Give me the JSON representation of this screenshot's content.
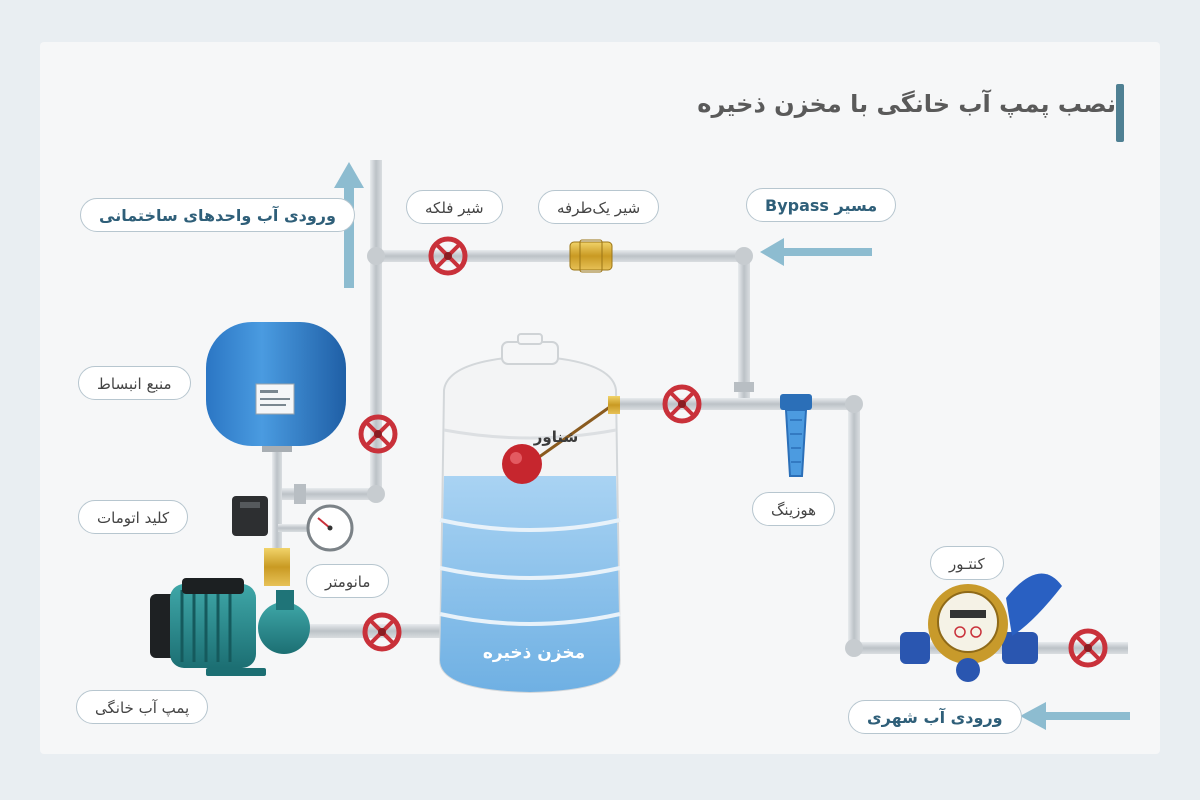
{
  "title": "نصب پمپ آب خانگی با مخزن ذخیره",
  "labels": {
    "building_inlet": "ورودی آب واحدهای ساختمانی",
    "globe_valve": "شیر فلکه",
    "check_valve": "شیر یک‌طرفه",
    "bypass": "مسیر Bypass",
    "expansion_tank": "منبع انبساط",
    "pressure_switch": "کلید اتومات",
    "manometer": "مانومتر",
    "home_pump": "پمپ آب خانگی",
    "float": "شناور",
    "storage_tank": "مخزن ذخیره",
    "housing": "هوزینگ",
    "meter": "کنتـور",
    "city_inlet": "ورودی آب شهری"
  },
  "colors": {
    "arrow": "#8dbcd0",
    "pipe": "#c4c9cd",
    "valve": "#c9313a",
    "water": "#8cc0ea",
    "accent": "#4f8093"
  }
}
